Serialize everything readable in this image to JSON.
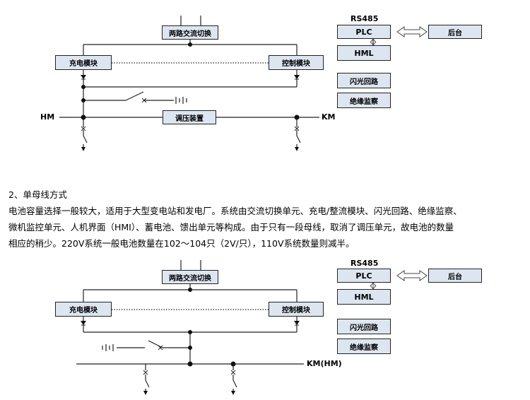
{
  "diagram1": {
    "boxes": {
      "ac_switch": "两路交流切换",
      "charger": "充电模块",
      "control": "控制模块",
      "regulator": "调压装置",
      "plc": "PLC",
      "backend": "后台",
      "hml": "HML",
      "flash": "闪光回路",
      "insulation": "绝缘监察"
    },
    "labels": {
      "rs485": "RS485",
      "hm": "HM",
      "km": "KM"
    }
  },
  "section": {
    "heading": "2、单母线方式",
    "lines": [
      "电池容量选择一般较大，适用于大型变电站和发电厂。系统由交流切换单元、充电/整流模块、闪光回路、绝缘监察、",
      "微机监控单元、人机界面（HMI）、蓄电池、馈出单元等构成。由于只有一段母线，取消了调压单元，故电池的数量",
      "相应的稍少。220V系统一般电池数量在102～104只（2V/只），110V系统数量则减半。"
    ]
  },
  "diagram2": {
    "boxes": {
      "ac_switch": "两路交流切换",
      "charger": "充电模块",
      "control": "控制模块",
      "plc": "PLC",
      "backend": "后台",
      "hml": "HML",
      "flash": "闪光回路",
      "insulation": "绝缘监察"
    },
    "labels": {
      "rs485": "RS485",
      "km": "KM(HM)"
    }
  }
}
